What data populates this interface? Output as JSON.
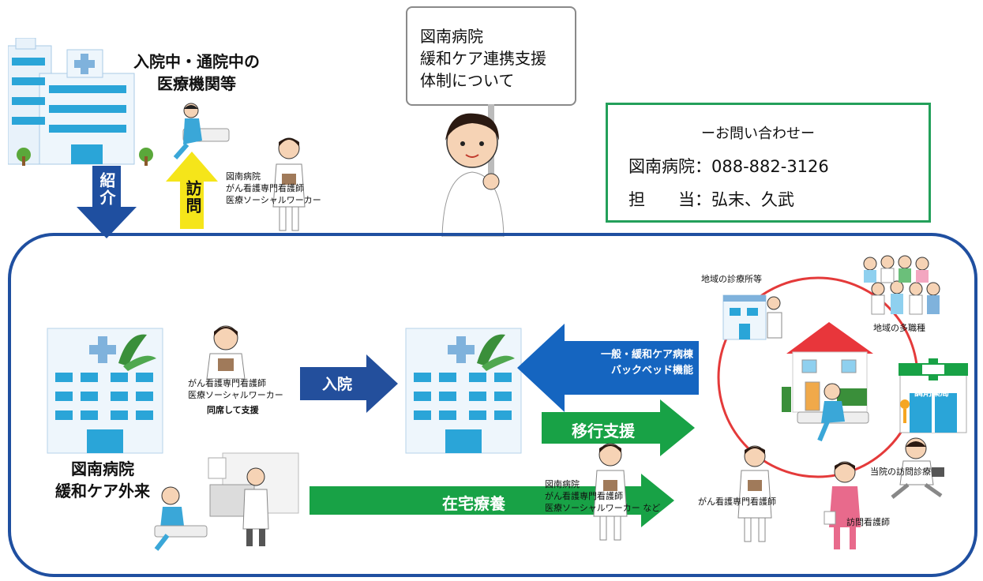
{
  "colors": {
    "navy": "#1f4fa0",
    "dark_blue": "#234f9c",
    "blue": "#1565c0",
    "yellow": "#f5e51a",
    "green": "#18a246",
    "contact_border": "#23a05a",
    "cycle_red": "#e43a3a",
    "building": "#2aa5d8"
  },
  "top": {
    "facility_label": "入院中・通院中の\n医療機関等",
    "referral_label": "紹介",
    "visit_label": "訪問",
    "visit_staff": "図南病院\nがん看護専門看護師\n医療ソーシャルワーカー",
    "sign_text": "図南病院\n緩和ケア連携支援\n体制について"
  },
  "contact": {
    "header": "ーお問い合わせー",
    "phone_label": "図南病院",
    "phone": "：088-882-3126",
    "person_label": "担　　当",
    "person": "：弘末、久武"
  },
  "main": {
    "clinic_name": "図南病院\n緩和ケア外来",
    "staff_left": "がん看護専門看護師\n医療ソーシャルワーカー",
    "staff_left_note": "同席して支援",
    "admit_label": "入院",
    "backbed_label": "一般・緩和ケア病棟\nバックベッド機能",
    "transition_label": "移行支援",
    "homecare_label": "在宅療養",
    "homecare_staff": "図南病院\nがん看護専門看護師\n医療ソーシャルワーカー など"
  },
  "community": {
    "clinic": "地域の診療所等",
    "multi_staff": "地域の多職種",
    "pharmacy": "調剤薬局",
    "visit_doctor": "当院の訪問診療",
    "visit_nurse": "訪問看護師",
    "cancer_nurse": "がん看護専門看護師"
  },
  "icons": [
    "hospital-icon",
    "patient-icon",
    "nurse-icon",
    "sign-holder-icon",
    "doctor-icon",
    "house-icon",
    "pharmacy-icon",
    "staff-group-icon"
  ]
}
